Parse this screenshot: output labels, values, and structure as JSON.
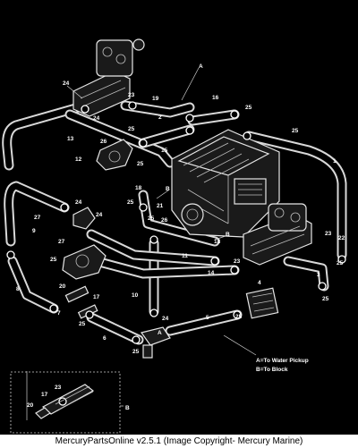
{
  "callouts": [
    {
      "label": "A"
    },
    {
      "label": "24"
    },
    {
      "label": "23"
    },
    {
      "label": "19"
    },
    {
      "label": "2"
    },
    {
      "label": "16"
    },
    {
      "label": "25"
    },
    {
      "label": "24"
    },
    {
      "label": "13"
    },
    {
      "label": "26"
    },
    {
      "label": "25"
    },
    {
      "label": "15"
    },
    {
      "label": "25"
    },
    {
      "label": "12"
    },
    {
      "label": "25"
    },
    {
      "label": "1"
    },
    {
      "label": "18"
    },
    {
      "label": "B"
    },
    {
      "label": "25"
    },
    {
      "label": "24"
    },
    {
      "label": "21"
    },
    {
      "label": "27"
    },
    {
      "label": "24"
    },
    {
      "label": "9"
    },
    {
      "label": "27"
    },
    {
      "label": "25"
    },
    {
      "label": "26"
    },
    {
      "label": "B"
    },
    {
      "label": "18"
    },
    {
      "label": "11"
    },
    {
      "label": "25"
    },
    {
      "label": "14"
    },
    {
      "label": "23"
    },
    {
      "label": "22"
    },
    {
      "label": "25"
    },
    {
      "label": "3"
    },
    {
      "label": "23"
    },
    {
      "label": "8"
    },
    {
      "label": "20"
    },
    {
      "label": "17"
    },
    {
      "label": "25"
    },
    {
      "label": "10"
    },
    {
      "label": "7"
    },
    {
      "label": "25"
    },
    {
      "label": "24"
    },
    {
      "label": "25"
    },
    {
      "label": "5"
    },
    {
      "label": "6"
    },
    {
      "label": "A"
    },
    {
      "label": "4"
    },
    {
      "label": "25"
    },
    {
      "label": "20"
    },
    {
      "label": "17"
    },
    {
      "label": "23"
    },
    {
      "label": "B"
    }
  ],
  "legend": {
    "line_a": "A=To Water Pickup",
    "line_b": "B=To Block"
  },
  "footer": {
    "text": "MercuryPartsOnline v2.5.1 (Image Copyright- Mercury Marine)"
  }
}
